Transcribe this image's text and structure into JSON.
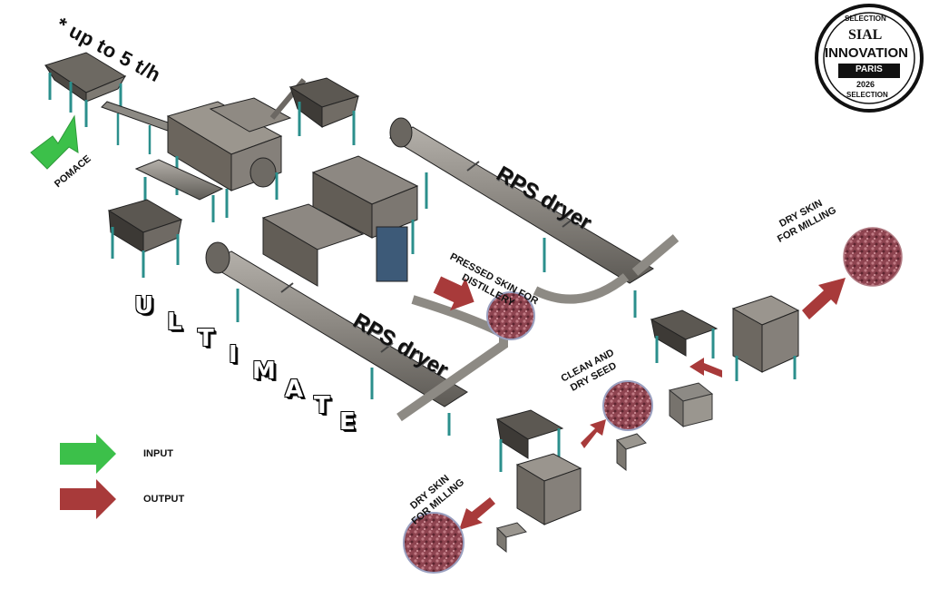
{
  "headline": "* up to 5 t/h",
  "input_label": "POMACE",
  "dryer_label_top": "RPS dryer",
  "dryer_label_bottom": "RPS dryer",
  "brand_word": [
    "U",
    "L",
    "T",
    "I",
    "M",
    "A",
    "T",
    "E"
  ],
  "outputs": {
    "pressed_skin": [
      "PRESSED SKIN FOR",
      "DISTILLERY"
    ],
    "dry_skin_right": [
      "DRY SKIN",
      "FOR MILLING"
    ],
    "clean_seed": [
      "CLEAN AND",
      "DRY SEED"
    ],
    "dry_skin_left": [
      "DRY SKIN",
      "FOR MILLING"
    ]
  },
  "legend": {
    "input": "INPUT",
    "output": "OUTPUT"
  },
  "badge": {
    "top": "SELECTION",
    "brand": "SIAL",
    "title": "INNOVATION",
    "city": "PARIS",
    "year": "2026",
    "bottom": "SELECTION"
  },
  "colors": {
    "input_arrow": "#3cc04a",
    "output_arrow": "#a83a3a",
    "frame": "#2b8f8c",
    "drum": "#8a8680",
    "product": "#a0505a"
  }
}
